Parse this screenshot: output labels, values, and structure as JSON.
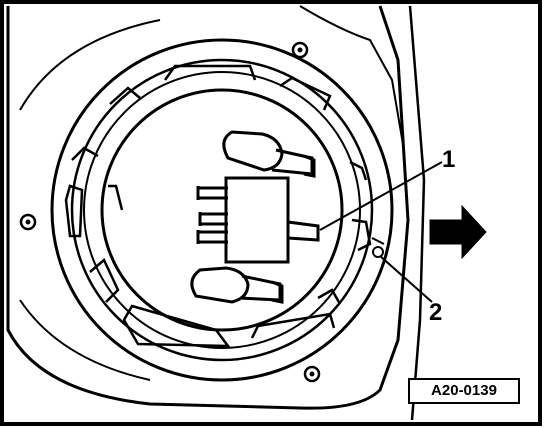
{
  "figure": {
    "id_label": "A20-0139",
    "callouts": [
      {
        "number": "1",
        "target": "fuel-gauge-sender-connector"
      },
      {
        "number": "2",
        "target": "locking-ring-mark"
      }
    ],
    "direction_arrow": "right-arrow-icon",
    "line_color": "#000000",
    "background_color": "#ffffff"
  }
}
